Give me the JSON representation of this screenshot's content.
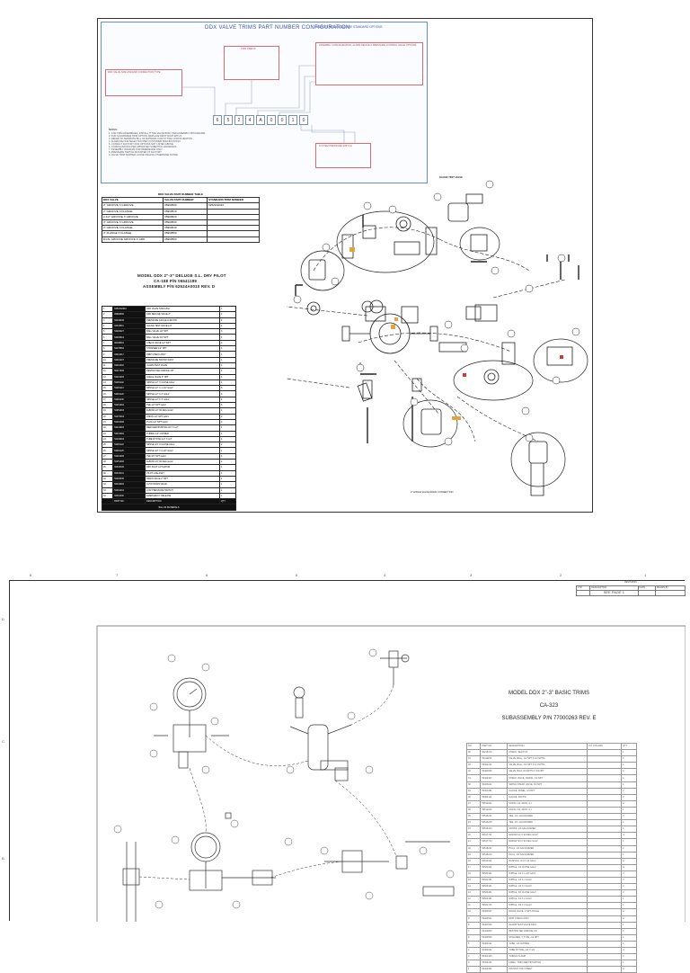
{
  "sheet1": {
    "config": {
      "title": "DDX VALVE TRIMS PART NUMBER CONFIGURATION",
      "subtitle": "SELECTIONS IN BOLD ARE STANDARD OPTIONS",
      "trim_title": "TRIM PREFIX",
      "size_title": "DDX VALVE SIZE AND END CONNECTION TYPE",
      "assembly_title": "ASSEMBLY CONFIGURATION, ALARM DEVICE & PRESSURE CONTROL VALVE OPTIONS",
      "sensor_title": "SYSTEM PRESSURE SWITCH",
      "digits": [
        "6",
        "5",
        "2",
        "4",
        "A",
        "0",
        "0",
        "1",
        "0"
      ],
      "notes_title": "NOTES:",
      "notes": [
        "1. FOR TRIM ASSEMBLIES, INSTALL IT THE VALVE BODY PER ASSEMBLY PROCEDURE",
        "2. FOR GALVANIZED TRIM OPTION, REPLACE FIRST DIGIT WITH 1",
        "3. REFER TO SEPARATE BILL OF MATERIAL FOR FITTING CONFIGURATION",
        "4. ALARM DEVICE SELECTION PER CUSTOMER SPECIFICATION",
        "5. CONSULT FACTORY FOR OPTIONS NOT LISTED ABOVE",
        "6. CONFIGURATION PER APPROVED SUBMITTAL DRAWINGS",
        "7. ASSEMBLY DIAGRAM FOR REFERENCE ONLY",
        "8. PRESSURE SWITCH ADJUSTED AT FACTORY",
        "9. VALVE TRIM SHIPPED LOOSE UNLESS OTHERWISE NOTED"
      ]
    },
    "pn_table": {
      "title": "DDX VALVE PART NUMBER TABLE",
      "headers": [
        "DDX VALVE",
        "VALVE PART NUMBER",
        "STANDARD TRIM NUMBER"
      ],
      "rows": [
        [
          "2\" GROOVE X GROOVE",
          "05900500",
          "62524A0010"
        ],
        [
          "2\" GROOVE X FLANGE",
          "05900510",
          ""
        ],
        [
          "2-1/2\" GROOVE X GROOVE",
          "05900520",
          ""
        ],
        [
          "3\" GROOVE X GROOVE",
          "05900530",
          ""
        ],
        [
          "3\" GROOVE X FLANGE",
          "05900540",
          ""
        ],
        [
          "3\" FLANGE X FLANGE",
          "05900550",
          ""
        ],
        [
          "DUAL GROOVE GROOVE X GRD",
          "05900560",
          ""
        ]
      ]
    },
    "model_title": [
      "MODEL DDX 2\"-3\" DELUGE S.L. DRY PILOT",
      "CA-188 P/N 06541189",
      "ASSEMBLY P/N 62524A0010 REV. D"
    ],
    "bom": {
      "footer_part": "PART NO.",
      "footer_desc": "DESCRIPTION",
      "footer_qty": "QTY.",
      "bill_title": "BILL OF MATERIALS",
      "rows": [
        [
          "1",
          "62524A0010",
          "DDX VALVE TRIM ASSY",
          "1"
        ],
        [
          "2",
          "05900500",
          "DDX DELUGE VALVE 2\"",
          "1"
        ],
        [
          "3",
          "92343046",
          "PRESSURE GAUGE 0-300 PSI",
          "2"
        ],
        [
          "4",
          "92343011",
          "GAUGE TEST VALVE 1/4\"",
          "2"
        ],
        [
          "5",
          "52202027",
          "BALL VALVE 1/2\" NPT",
          "3"
        ],
        [
          "6",
          "52203012",
          "BALL VALVE 3/4\" NPT",
          "1"
        ],
        [
          "7",
          "90108010",
          "CHECK VALVE 1/2\" NPT",
          "2"
        ],
        [
          "8",
          "52478062",
          "STRAINER 1/2\" NPT",
          "1"
        ],
        [
          "9",
          "92211017",
          "DRIP CHECK ASSY",
          "1"
        ],
        [
          "10",
          "52401207",
          "PRESSURE SWITCH ASSY",
          "1"
        ],
        [
          "11",
          "92211004",
          "ALARM TEST VALVE",
          "1"
        ],
        [
          "12",
          "50417206",
          "RESTRICTED ORIFICE 1/8\"",
          "1"
        ],
        [
          "13",
          "52201003",
          "ANGLE VALVE 2\" NPT",
          "1"
        ],
        [
          "14",
          "52281102",
          "NIPPLE 1/2\" X CLOSE GALV",
          "4"
        ],
        [
          "15",
          "52281114",
          "NIPPLE 1/2\" X 1-1/2\" GALV",
          "6"
        ],
        [
          "16",
          "52281120",
          "NIPPLE 1/2\" X 2\" GALV",
          "3"
        ],
        [
          "17",
          "52281130",
          "NIPPLE 1/2\" X 3\" GALV",
          "2"
        ],
        [
          "18",
          "52261004",
          "TEE 1/2\" NPT GALV",
          "5"
        ],
        [
          "19",
          "52251004",
          "ELBOW 1/2\" 90 DEG GALV",
          "4"
        ],
        [
          "20",
          "52272004",
          "UNION 1/2\" NPT GALV",
          "2"
        ],
        [
          "21",
          "52291008",
          "PLUG 1/2\" NPT GALV",
          "2"
        ],
        [
          "22",
          "52241004",
          "REDUCER BUSHING 3/4\" X 1/2\"",
          "1"
        ],
        [
          "23",
          "52231002",
          "TUBING 1/4\" COPPER",
          "1"
        ],
        [
          "24",
          "52232004",
          "TUBE FITTING 1/4\" X 1/4\"",
          "4"
        ],
        [
          "25",
          "52281122",
          "NIPPLE 3/4\" X CLOSE GALV",
          "2"
        ],
        [
          "26",
          "52281125",
          "NIPPLE 3/4\" X 2-1/2\" GALV",
          "1"
        ],
        [
          "27",
          "52261006",
          "TEE 3/4\" NPT GALV",
          "1"
        ],
        [
          "28",
          "52251006",
          "ELBOW 3/4\" 90 DEG GALV",
          "2"
        ],
        [
          "29",
          "92343100",
          "DRY PILOT ACTUATOR",
          "1"
        ],
        [
          "30",
          "92343101",
          "PILOT LINE ASSY",
          "1"
        ],
        [
          "31",
          "52202040",
          "DRAIN VALVE 2\" NPT",
          "1"
        ],
        [
          "32",
          "92342002",
          "AUTO DRAIN VALVE",
          "1"
        ],
        [
          "33",
          "52401210",
          "LOW PRESSURE SWITCH",
          "1"
        ],
        [
          "34",
          "92211040",
          "EMERGENCY RELEASE",
          "1"
        ]
      ]
    },
    "callout": "GAUGE TEST VALVE",
    "callout2": "2\" ANGLE VALVE DRAIN CONNECTION"
  },
  "sheet2": {
    "zones": [
      "8",
      "7",
      "6",
      "5",
      "4",
      "3",
      "2",
      "1"
    ],
    "row_zones": [
      "D",
      "C",
      "B"
    ],
    "revisions": {
      "title": "REVISIONS",
      "headers": [
        "LTR",
        "DESCRIPTION",
        "DATE",
        "DRAWN BY"
      ],
      "row": [
        "",
        "SEE PAGE 1",
        "",
        ""
      ]
    },
    "title_lines": [
      "MODEL DDX 2\"-3\" BASIC TRIMS",
      "CA-323",
      "SUBASSEMBLY P/N 77000263 REV. E"
    ],
    "bom_headers": [
      "NO.",
      "PART NO.",
      "DESCRIPTION",
      "KIT COLUMN",
      "QTY"
    ],
    "bom_rows": [
      [
        "35",
        "50218713",
        "CHECK, SEAT KIT",
        "",
        "1"
      ],
      [
        "34",
        "50411154",
        "VALVE, BALL, 1/2 NPT X 1/2 NPTM",
        "",
        "1"
      ],
      [
        "33",
        "50402211",
        "VALVE, BALL, 1/4 NPT X 1/4 NPTM",
        "",
        "1"
      ],
      [
        "32",
        "50403006",
        "VALVE, BALL 3/4 NPTM X 3/4 NPT",
        "",
        "1"
      ],
      [
        "31",
        "50402407",
        "CHECK VALVE, SWING, 1/2 NPT",
        "",
        "1"
      ],
      [
        "30",
        "50403011",
        "SWING CHECK VALVE, 3/4 NPT",
        "",
        "1"
      ],
      [
        "29",
        "50401081",
        "GAUGE, PANEL, 1/4 NPT",
        "",
        "2"
      ],
      [
        "28",
        "50402111",
        "GAUGE, 300 PSI",
        "",
        "2"
      ],
      [
        "27",
        "50512011",
        "UNION, 1/2, IRON, G.I.",
        "",
        "1"
      ],
      [
        "26",
        "50512012",
        "UNION, 3/4, IRON, G.I.",
        "",
        "1"
      ],
      [
        "25",
        "50516211",
        "TEE, 1/2, GALVANIZED",
        "",
        "3"
      ],
      [
        "24",
        "50516215",
        "TEE, 3/4, GALVANIZED",
        "",
        "1"
      ],
      [
        "23",
        "50516313",
        "CROSS, 1/2 GALVANIZED",
        "",
        "1"
      ],
      [
        "22",
        "50517711",
        "ELBOW 1/2 X 90 DEG GALV",
        "",
        "4"
      ],
      [
        "21",
        "50517713",
        "ELBOW 3/4 X 90 DEG GALV",
        "",
        "1"
      ],
      [
        "20",
        "50518211",
        "PLUG, 1/2 GALVANIZED",
        "",
        "2"
      ],
      [
        "19",
        "50518213",
        "PLUG, 3/4 GALVANIZED",
        "",
        "1"
      ],
      [
        "18",
        "50519111",
        "BUSHING, 3/4 X 1/2 GALV",
        "",
        "1"
      ],
      [
        "17",
        "50520111",
        "NIPPLE, 1/2 CLOSE GALV",
        "",
        "6"
      ],
      [
        "16",
        "50520121",
        "NIPPLE, 1/2 X 1-1/2 GALV",
        "",
        "4"
      ],
      [
        "15",
        "50520131",
        "NIPPLE, 1/2 X 2 GALV",
        "",
        "3"
      ],
      [
        "14",
        "50520141",
        "NIPPLE, 1/2 X 3 GALV",
        "",
        "2"
      ],
      [
        "13",
        "50520151",
        "NIPPLE, 3/4 CLOSE GALV",
        "",
        "2"
      ],
      [
        "12",
        "50520161",
        "NIPPLE, 3/4 X 2 GALV",
        "",
        "1"
      ],
      [
        "11",
        "50520171",
        "NIPPLE, 3/4 X 3 GALV",
        "",
        "1"
      ],
      [
        "10",
        "50400027",
        "DRAIN VALVE, 2 NPT ANGLE",
        "",
        "1"
      ],
      [
        "9",
        "50400511",
        "DRIP CHECK ASSY",
        "",
        "1"
      ],
      [
        "8",
        "50401500",
        "ALARM TEST VALVE ASSY",
        "",
        "1"
      ],
      [
        "7",
        "50402800",
        "RESTRICTED ORIFICE 1/8",
        "",
        "1"
      ],
      [
        "6",
        "50403500",
        "STRAINER, Y TYPE, 1/2 NPT",
        "",
        "1"
      ],
      [
        "5",
        "50404011",
        "TUBE, 1/4 COPPER",
        "",
        "1"
      ],
      [
        "4",
        "50404021",
        "TUBE FITTING, 1/4 X 1/4",
        "",
        "4"
      ],
      [
        "3",
        "50404100",
        "TUBING CLAMP",
        "",
        "2"
      ],
      [
        "2",
        "50404201",
        "LABEL, TRIM IDENTIFICATION",
        "",
        "1"
      ],
      [
        "1",
        "50404301",
        "INSTRUCTION SHEET",
        "",
        "1"
      ]
    ]
  },
  "colors": {
    "blue_frame": "#6a8cc7",
    "red_box": "#e06a6a",
    "ink": "#222222"
  }
}
